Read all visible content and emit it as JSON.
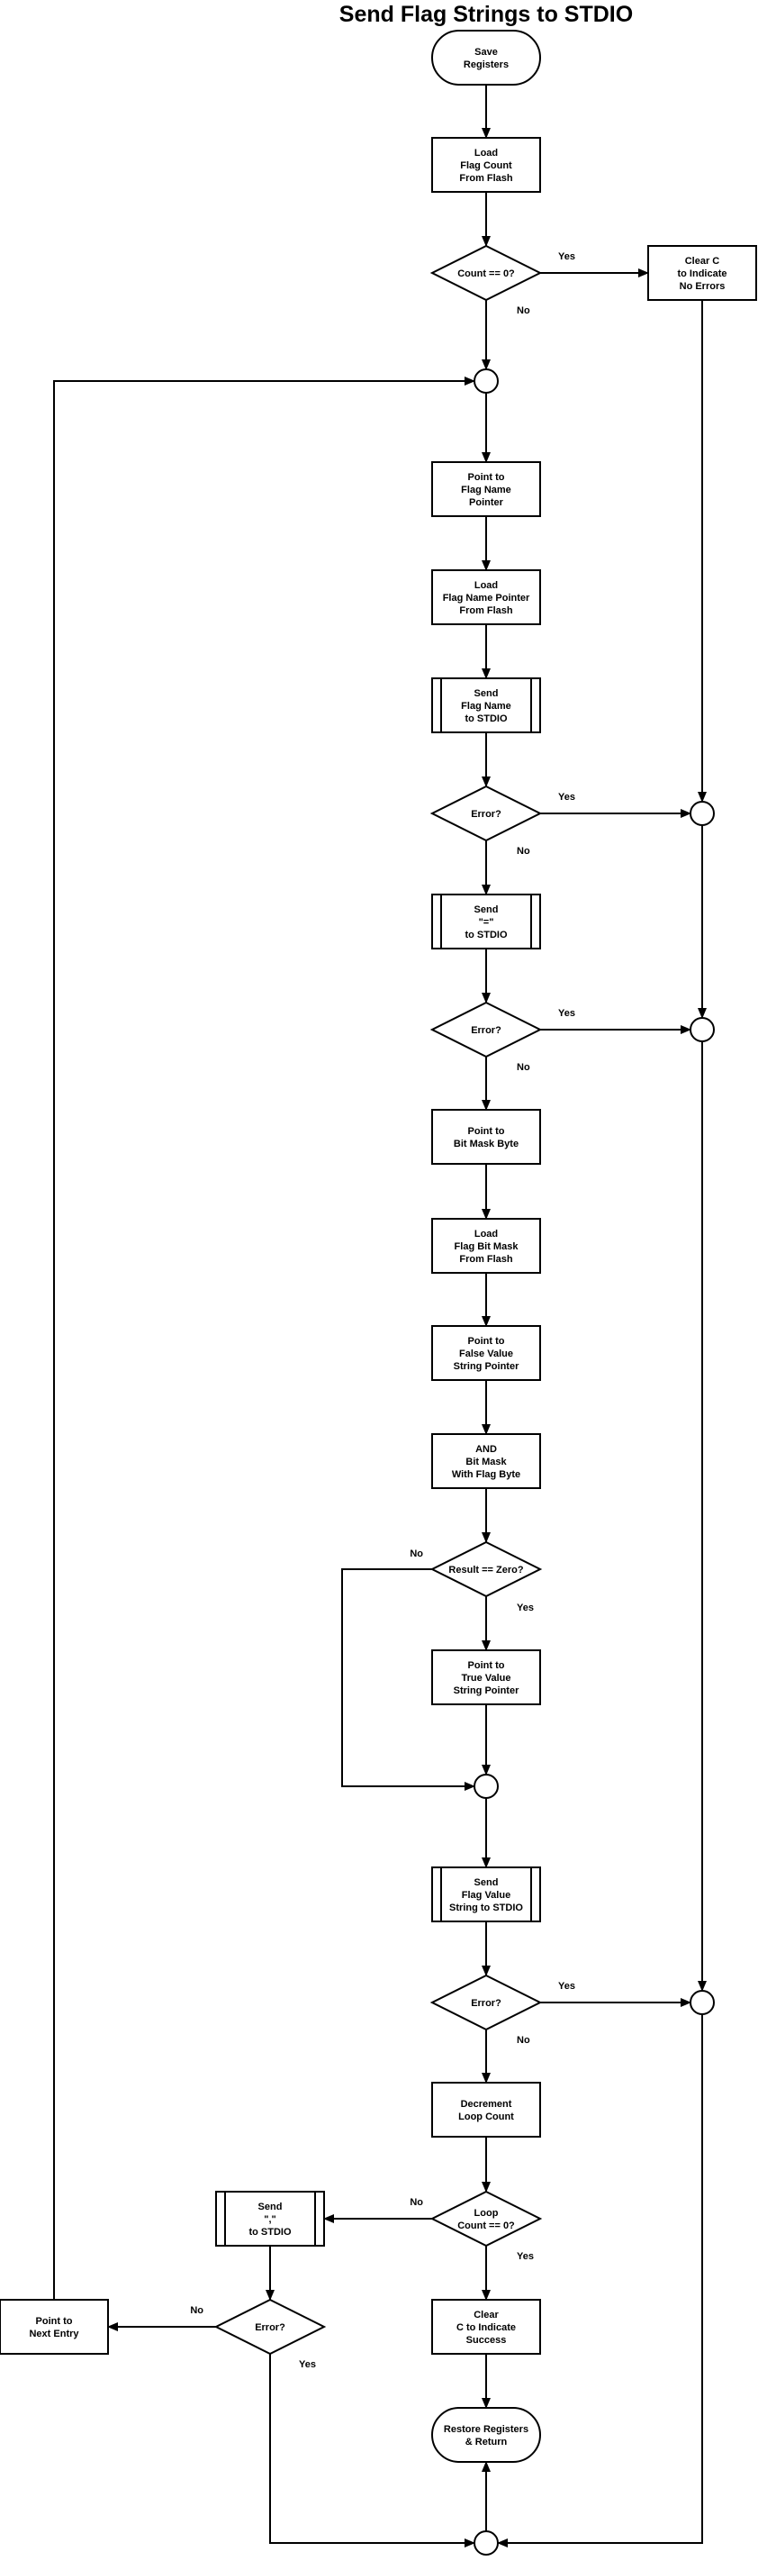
{
  "diagram": {
    "title": "Send Flag Strings to STDIO",
    "nodes": [
      {
        "id": "start",
        "shape": "terminal",
        "lines": [
          "Save",
          "Registers"
        ]
      },
      {
        "id": "load_count",
        "shape": "process",
        "lines": [
          "Load",
          "Flag Count",
          "From Flash"
        ]
      },
      {
        "id": "count_zero",
        "shape": "decision",
        "lines": [
          "Count == 0?"
        ]
      },
      {
        "id": "clear_c_noerr",
        "shape": "process",
        "lines": [
          "Clear C",
          "to Indicate",
          "No Errors"
        ]
      },
      {
        "id": "j_loop",
        "shape": "junction",
        "lines": []
      },
      {
        "id": "point_name",
        "shape": "process",
        "lines": [
          "Point to",
          "Flag Name",
          "Pointer"
        ]
      },
      {
        "id": "load_name_ptr",
        "shape": "process",
        "lines": [
          "Load",
          "Flag Name Pointer",
          "From Flash"
        ]
      },
      {
        "id": "send_name",
        "shape": "subroutine",
        "lines": [
          "Send",
          "Flag Name",
          "to STDIO"
        ]
      },
      {
        "id": "err1",
        "shape": "decision",
        "lines": [
          "Error?"
        ]
      },
      {
        "id": "jr1",
        "shape": "junction",
        "lines": []
      },
      {
        "id": "send_eq",
        "shape": "subroutine",
        "lines": [
          "Send",
          "\"=\"",
          "to STDIO"
        ]
      },
      {
        "id": "err2",
        "shape": "decision",
        "lines": [
          "Error?"
        ]
      },
      {
        "id": "jr2",
        "shape": "junction",
        "lines": []
      },
      {
        "id": "point_mask",
        "shape": "process",
        "lines": [
          "Point to",
          "Bit Mask Byte"
        ]
      },
      {
        "id": "load_mask",
        "shape": "process",
        "lines": [
          "Load",
          "Flag Bit Mask",
          "From Flash"
        ]
      },
      {
        "id": "point_false",
        "shape": "process",
        "lines": [
          "Point to",
          "False Value",
          "String Pointer"
        ]
      },
      {
        "id": "and_mask",
        "shape": "process",
        "lines": [
          "AND",
          "Bit Mask",
          "With Flag Byte"
        ]
      },
      {
        "id": "result_zero",
        "shape": "decision",
        "lines": [
          "Result == Zero?"
        ]
      },
      {
        "id": "point_true",
        "shape": "process",
        "lines": [
          "Point to",
          "True Value",
          "String Pointer"
        ]
      },
      {
        "id": "j_merge",
        "shape": "junction",
        "lines": []
      },
      {
        "id": "send_value",
        "shape": "subroutine",
        "lines": [
          "Send",
          "Flag Value",
          "String to STDIO"
        ]
      },
      {
        "id": "err3",
        "shape": "decision",
        "lines": [
          "Error?"
        ]
      },
      {
        "id": "jr3",
        "shape": "junction",
        "lines": []
      },
      {
        "id": "dec_count",
        "shape": "process",
        "lines": [
          "Decrement",
          "Loop Count"
        ]
      },
      {
        "id": "loop_zero",
        "shape": "decision",
        "lines": [
          "Loop",
          "Count == 0?"
        ]
      },
      {
        "id": "send_comma",
        "shape": "subroutine",
        "lines": [
          "Send",
          "\",\"",
          "to STDIO"
        ]
      },
      {
        "id": "clear_c_ok",
        "shape": "process",
        "lines": [
          "Clear",
          "C to Indicate",
          "Success"
        ]
      },
      {
        "id": "err4",
        "shape": "decision",
        "lines": [
          "Error?"
        ]
      },
      {
        "id": "point_next",
        "shape": "process",
        "lines": [
          "Point to",
          "Next Entry"
        ]
      },
      {
        "id": "end",
        "shape": "terminal",
        "lines": [
          "Restore  Registers",
          "& Return"
        ]
      },
      {
        "id": "j_end",
        "shape": "junction",
        "lines": []
      }
    ],
    "edges": [
      {
        "from": "start",
        "to": "load_count",
        "label": ""
      },
      {
        "from": "load_count",
        "to": "count_zero",
        "label": ""
      },
      {
        "from": "count_zero",
        "to": "clear_c_noerr",
        "label": "Yes"
      },
      {
        "from": "count_zero",
        "to": "j_loop",
        "label": "No"
      },
      {
        "from": "j_loop",
        "to": "point_name",
        "label": ""
      },
      {
        "from": "point_name",
        "to": "load_name_ptr",
        "label": ""
      },
      {
        "from": "load_name_ptr",
        "to": "send_name",
        "label": ""
      },
      {
        "from": "send_name",
        "to": "err1",
        "label": ""
      },
      {
        "from": "err1",
        "to": "jr1",
        "label": "Yes"
      },
      {
        "from": "err1",
        "to": "send_eq",
        "label": "No"
      },
      {
        "from": "send_eq",
        "to": "err2",
        "label": ""
      },
      {
        "from": "err2",
        "to": "jr2",
        "label": "Yes"
      },
      {
        "from": "err2",
        "to": "point_mask",
        "label": "No"
      },
      {
        "from": "point_mask",
        "to": "load_mask",
        "label": ""
      },
      {
        "from": "load_mask",
        "to": "point_false",
        "label": ""
      },
      {
        "from": "point_false",
        "to": "and_mask",
        "label": ""
      },
      {
        "from": "and_mask",
        "to": "result_zero",
        "label": ""
      },
      {
        "from": "result_zero",
        "to": "point_true",
        "label": "Yes"
      },
      {
        "from": "result_zero",
        "to": "j_merge",
        "label": "No"
      },
      {
        "from": "point_true",
        "to": "j_merge",
        "label": ""
      },
      {
        "from": "j_merge",
        "to": "send_value",
        "label": ""
      },
      {
        "from": "send_value",
        "to": "err3",
        "label": ""
      },
      {
        "from": "err3",
        "to": "jr3",
        "label": "Yes"
      },
      {
        "from": "err3",
        "to": "dec_count",
        "label": "No"
      },
      {
        "from": "dec_count",
        "to": "loop_zero",
        "label": ""
      },
      {
        "from": "loop_zero",
        "to": "send_comma",
        "label": "No"
      },
      {
        "from": "loop_zero",
        "to": "clear_c_ok",
        "label": "Yes"
      },
      {
        "from": "send_comma",
        "to": "err4",
        "label": ""
      },
      {
        "from": "err4",
        "to": "point_next",
        "label": "No"
      },
      {
        "from": "err4",
        "to": "j_end",
        "label": "Yes"
      },
      {
        "from": "point_next",
        "to": "j_loop",
        "label": ""
      },
      {
        "from": "clear_c_ok",
        "to": "end",
        "label": ""
      },
      {
        "from": "clear_c_noerr",
        "to": "jr1",
        "label": ""
      },
      {
        "from": "jr1",
        "to": "jr2",
        "label": ""
      },
      {
        "from": "jr2",
        "to": "jr3",
        "label": ""
      },
      {
        "from": "jr3",
        "to": "j_end",
        "label": ""
      },
      {
        "from": "j_end",
        "to": "end",
        "label": ""
      }
    ]
  }
}
